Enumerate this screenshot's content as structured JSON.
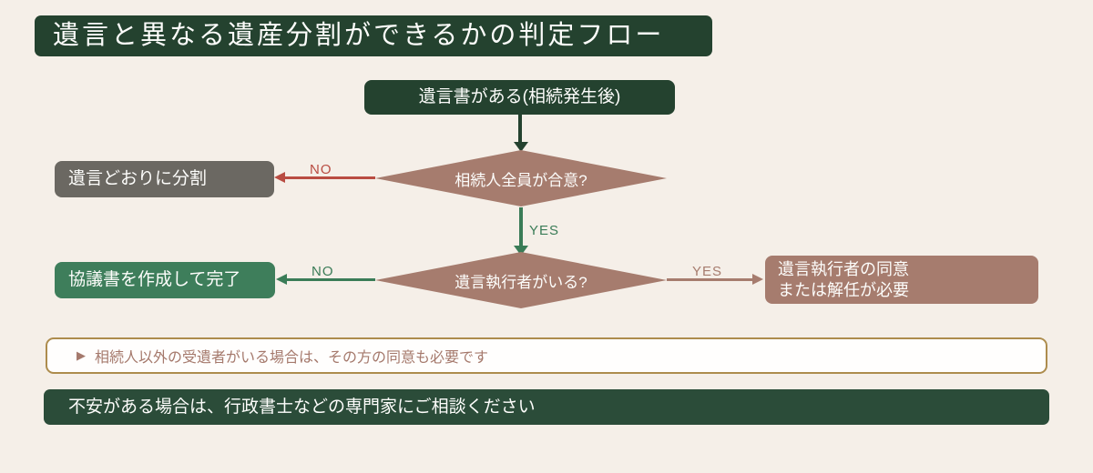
{
  "title": "遺言と異なる遺産分割ができるかの判定フロー",
  "flow": {
    "start": {
      "label": "遺言書がある(相続発生後)"
    },
    "decision_agree": {
      "label": "相続人全員が合意?",
      "no_label": "NO",
      "yes_label": "YES"
    },
    "outcome_split_by_will": {
      "label": "遺言どおりに分割"
    },
    "decision_executor": {
      "label": "遺言執行者がいる?",
      "no_label": "NO",
      "yes_label": "YES"
    },
    "outcome_agreement_done": {
      "label": "協議書を作成して完了"
    },
    "outcome_executor_consent": {
      "line1": "遺言執行者の同意",
      "line2": "または解任が必要"
    }
  },
  "note": {
    "marker": "▶",
    "text": "相続人以外の受遺者がいる場合は、その方の同意も必要です"
  },
  "footer": {
    "text": "不安がある場合は、行政書士などの専門家にご相談ください"
  },
  "colors": {
    "background": "#f5efe8",
    "dark_green": "#24422f",
    "footer_green": "#2b4c39",
    "mauve": "#a67c6e",
    "gray": "#6b6862",
    "green": "#3e7e5b",
    "arrow_green": "#3a7c57",
    "red": "#b94c42",
    "gold": "#ad8c4d",
    "note_text": "#a5796c",
    "white": "#fdfdfb"
  }
}
